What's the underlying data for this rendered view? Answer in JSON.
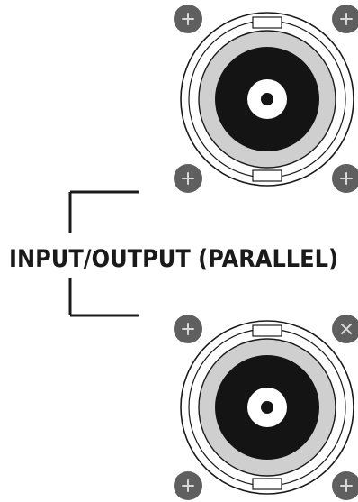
{
  "label": {
    "text": "INPUT/OUTPUT (PARALLEL)"
  },
  "connectors": [
    {
      "name": "bnc-connector-top"
    },
    {
      "name": "bnc-connector-bottom"
    }
  ],
  "screws": {
    "top": [
      "phillips",
      "phillips",
      "phillips",
      "phillips"
    ],
    "bottom": [
      "phillips",
      "cross-slot",
      "phillips",
      "phillips"
    ]
  },
  "colors": {
    "line": "#1a1a1a",
    "connector_body": "#141414",
    "connector_ring": "#cfcfcf",
    "screw_head": "#5f5f5f"
  }
}
